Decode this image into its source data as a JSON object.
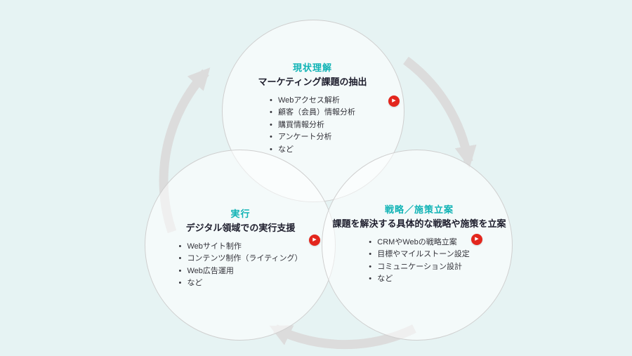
{
  "circles": [
    {
      "title": "現状理解",
      "subtitle": "マーケティング課題の抽出",
      "items": [
        "Webアクセス解析",
        "顧客（会員）情報分析",
        "購買情報分析",
        "アンケート分析",
        "など"
      ]
    },
    {
      "title": "実行",
      "subtitle": "デジタル領域での実行支援",
      "items": [
        "Webサイト制作",
        "コンテンツ制作（ライティング）",
        "Web広告運用",
        "など"
      ]
    },
    {
      "title": "戦略／施策立案",
      "subtitle": "課題を解決する具体的な戦略や施策を立案",
      "items": [
        "CRMやWebの戦略立案",
        "目標やマイルストーン設定",
        "コミュニケーション設計",
        "など"
      ]
    }
  ],
  "icons": {
    "badge_arrow": "▶"
  },
  "colors": {
    "accent_teal": "#10b3b5",
    "badge_red": "#e3261d",
    "arrow_gray": "#dcdcdc",
    "background": "#e6f3f3",
    "circle_border": "#cfcfcf",
    "subtitle_text": "#1e1e2d",
    "bullet_text": "#33333a"
  }
}
